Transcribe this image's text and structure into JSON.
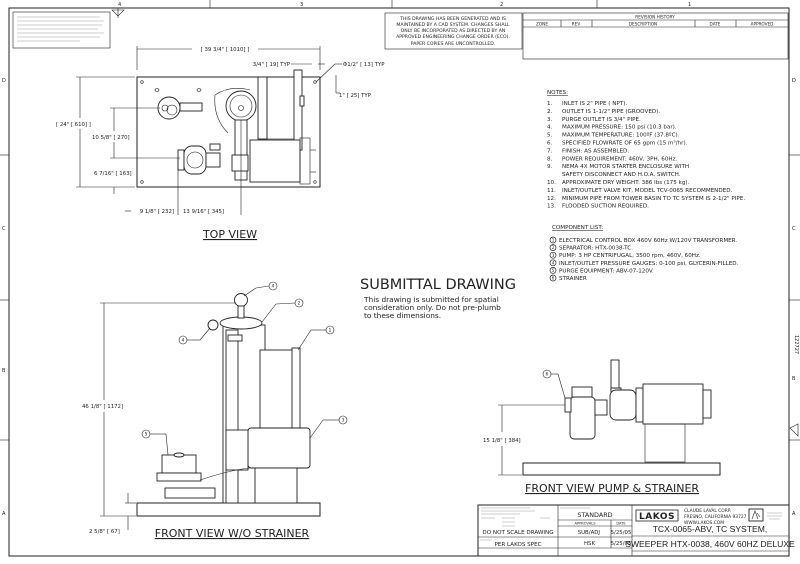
{
  "frame": {
    "columns": [
      "4",
      "3",
      "2",
      "1"
    ],
    "rows": [
      "D",
      "C",
      "B",
      "A"
    ],
    "drawing_code": "122727"
  },
  "cad_notice": {
    "lines": [
      "THIS DRAWING HAS BEEN GENERATED AND IS",
      "MAINTAINED BY A CAD SYSTEM. CHANGES SHALL",
      "ONLY BE INCORPORATED AS DIRECTED BY AN",
      "APPROVED ENGINEERING CHANGE ORDER (ECO).",
      "PAPER COPIES ARE UNCONTROLLED."
    ]
  },
  "revision_history": {
    "title": "REVISION HISTORY",
    "columns": [
      "ZONE",
      "REV",
      "DESCRIPTION",
      "DATE",
      "APPROVED"
    ]
  },
  "notes": {
    "title": "NOTES:",
    "items": [
      {
        "n": "1.",
        "text": "INLET IS 2\" PIPE ( NPT)."
      },
      {
        "n": "2.",
        "text": "OUTLET IS 1-1/2\" PIPE (GROOVED)."
      },
      {
        "n": "3.",
        "text": "PURGE OUTLET IS 3/4\" PIPE."
      },
      {
        "n": "4.",
        "text": "MAXIMUM PRESSURE:  150 psi (10.3 bar)."
      },
      {
        "n": "5.",
        "text": "MAXIMUM TEMPERATURE: 100ºF (37.8ºC)."
      },
      {
        "n": "6.",
        "text": "SPECIFIED FLOWRATE OF 65 gpm (15 m³/hr)."
      },
      {
        "n": "7.",
        "text": "FINISH:  AS ASSEMBLED."
      },
      {
        "n": "8.",
        "text": "POWER REQUIREMENT:  460V, 3PH, 60Hz."
      },
      {
        "n": "9.",
        "text": "NEMA 4X MOTOR STARTER ENCLOSURE WITH"
      },
      {
        "n": "",
        "text": "SAFETY DISCONNECT AND H.O.A. SWITCH."
      },
      {
        "n": "10.",
        "text": "APPROXIMATE DRY WEIGHT:  386 lbs (175 kg)."
      },
      {
        "n": "11.",
        "text": "INLET/OUTLET VALVE KIT, MODEL TCV-0065 RECOMMENDED."
      },
      {
        "n": "12.",
        "text": "MINIMUM PIPE FROM TOWER BASIN TO TC SYSTEM IS 2-1/2\" PIPE."
      },
      {
        "n": "13.",
        "text": "FLOODED SUCTION REQUIRED."
      }
    ]
  },
  "components": {
    "title": "COMPONENT LIST:",
    "items": [
      {
        "n": "1",
        "text": "ELECTRICAL CONTROL BOX 460V 60Hz W/120V TRANSFORMER."
      },
      {
        "n": "2",
        "text": "SEPARATOR:  HTX-0038-TC."
      },
      {
        "n": "3",
        "text": "PUMP:  3 HP CENTRIFUGAL, 3500 rpm, 460V, 60Hz."
      },
      {
        "n": "4",
        "text": "INLET/OUTLET PRESSURE GAUGES:  0-100 psi, GLYCERIN-FILLED."
      },
      {
        "n": "5",
        "text": "PURGE EQUIPMENT:  ABV-07-120V."
      },
      {
        "n": "6",
        "text": "STRAINER"
      }
    ]
  },
  "top_view": {
    "title": "TOP VIEW",
    "dims": {
      "width": "[ 39 3/4\" [ 1010] ]",
      "depth": "[ 24\" [ 610] ]",
      "hole_edge": "3/4\" [ 19] TYP",
      "hole_dia": "Φ1/2\" [ 13] TYP",
      "hole_edge2": "1\" [ 25] TYP",
      "inlet_offset": "10 5/8\" [ 270]",
      "outlet_offset": "6 7/16\" [ 163]",
      "x1": "9 1/8\" [ 232]",
      "x2": "13 9/16\" [ 345]"
    }
  },
  "submittal": {
    "title": "SUBMITTAL DRAWING",
    "lines": [
      "This drawing is submitted for spatial",
      "consideration only.  Do not pre-plumb",
      "to these dimensions."
    ]
  },
  "front_view": {
    "title": "FRONT VIEW W/O STRAINER",
    "dims": {
      "height": "46 1/8\" [ 1172]",
      "base": "2 5/8\" [ 67]"
    },
    "balloons": [
      "4",
      "2",
      "4",
      "1",
      "3",
      "5"
    ]
  },
  "pump_view": {
    "title": "FRONT VIEW PUMP & STRAINER",
    "dims": {
      "height": "15 1/8\" [ 384]"
    },
    "balloons": [
      "6"
    ]
  },
  "title_block": {
    "do_not_scale": "DO NOT SCALE DRAWING",
    "material_value": "PER LAKOS SPEC",
    "engineered_for": "STANDARD",
    "approvals_label": "APPROVALS",
    "date_label": "DATE",
    "drawn": "SUB/ADJ",
    "drawn_date": "5/25/05",
    "checked": "HSK",
    "checked_date": "5/25/05",
    "brand": "LAKOS",
    "company": [
      "CLAUDE LAVAL CORP.",
      "FRESNO, CALIFORNIA 93727",
      "WWW.LAKOS.COM"
    ],
    "title_lines": [
      "TCX-0065-ABV, TC SYSTEM,",
      "SWEEPER HTX-0038, 460V 60HZ DELUXE"
    ]
  }
}
